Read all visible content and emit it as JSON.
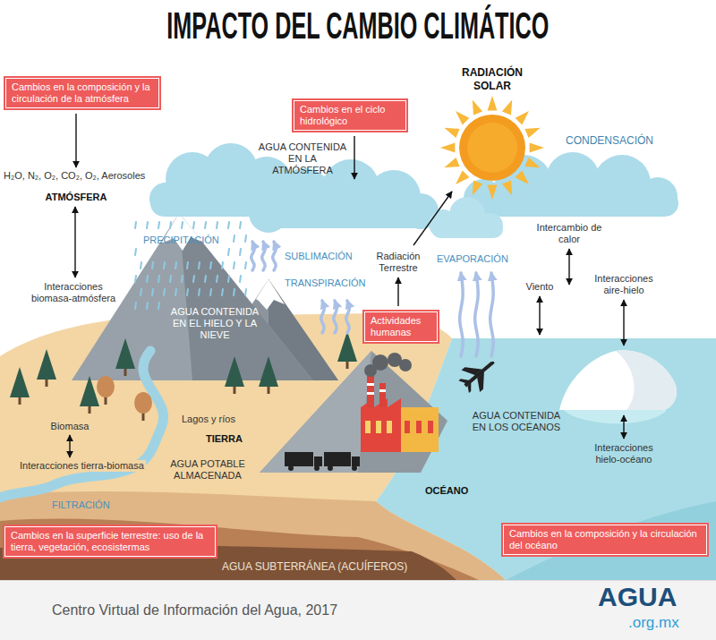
{
  "diagram": {
    "title": "IMPACTO DEL CAMBIO CLIMÁTICO",
    "caption": "Centro Virtual de Información del Agua, 2017",
    "nodes": [
      {
        "text": [
          "Cambios en la composición y la circulación de la atmósfera"
        ]
      },
      {
        "text": [
          "Cambios en el ciclo hidrológico"
        ]
      },
      {
        "text": [
          "Actividades humanas"
        ]
      },
      {
        "text": [
          "Cambios en la superficie terrestre: uso de la tierra, vegetación, ecosistermas"
        ]
      },
      {
        "text": [
          "Cambios en la composición y la circulación del océano"
        ]
      }
    ],
    "labels": [
      "H₂O, N₂, O₂, CO₂, O₂, Aerosoles",
      "ATMÓSFERA",
      "Interacciones biomasa-atmósfera",
      "AGUA CONTENIDA EN LA ATMÓSFERA",
      "RADIACIÓN SOLAR",
      "CONDENSACIÓN",
      "PRECIPITACIÓN",
      "Intercambio de calor",
      "SUBLIMACIÓN",
      "Radiación Terrestre",
      "EVAPORACIÓN",
      "TRANSPIRACIÓN",
      "Viento",
      "Interacciones aire-hielo",
      "AGUA CONTENIDA EN EL HIELO Y LA NIEVE",
      "Biomasa",
      "Interacciones tierra-biomasa",
      "Lagos y ríos",
      "TIERRA",
      "AGUA POTABLE ALMACENADA",
      "AGUA CONTENIDA EN LOS OCÉANOS",
      "Interacciones hielo-océano",
      "OCÉANO",
      "FILTRACIÓN",
      "AGUA SUBTERRÁNEA (ACUÍFEROS)",
      "AGUA",
      ".org.mx"
    ]
  }
}
